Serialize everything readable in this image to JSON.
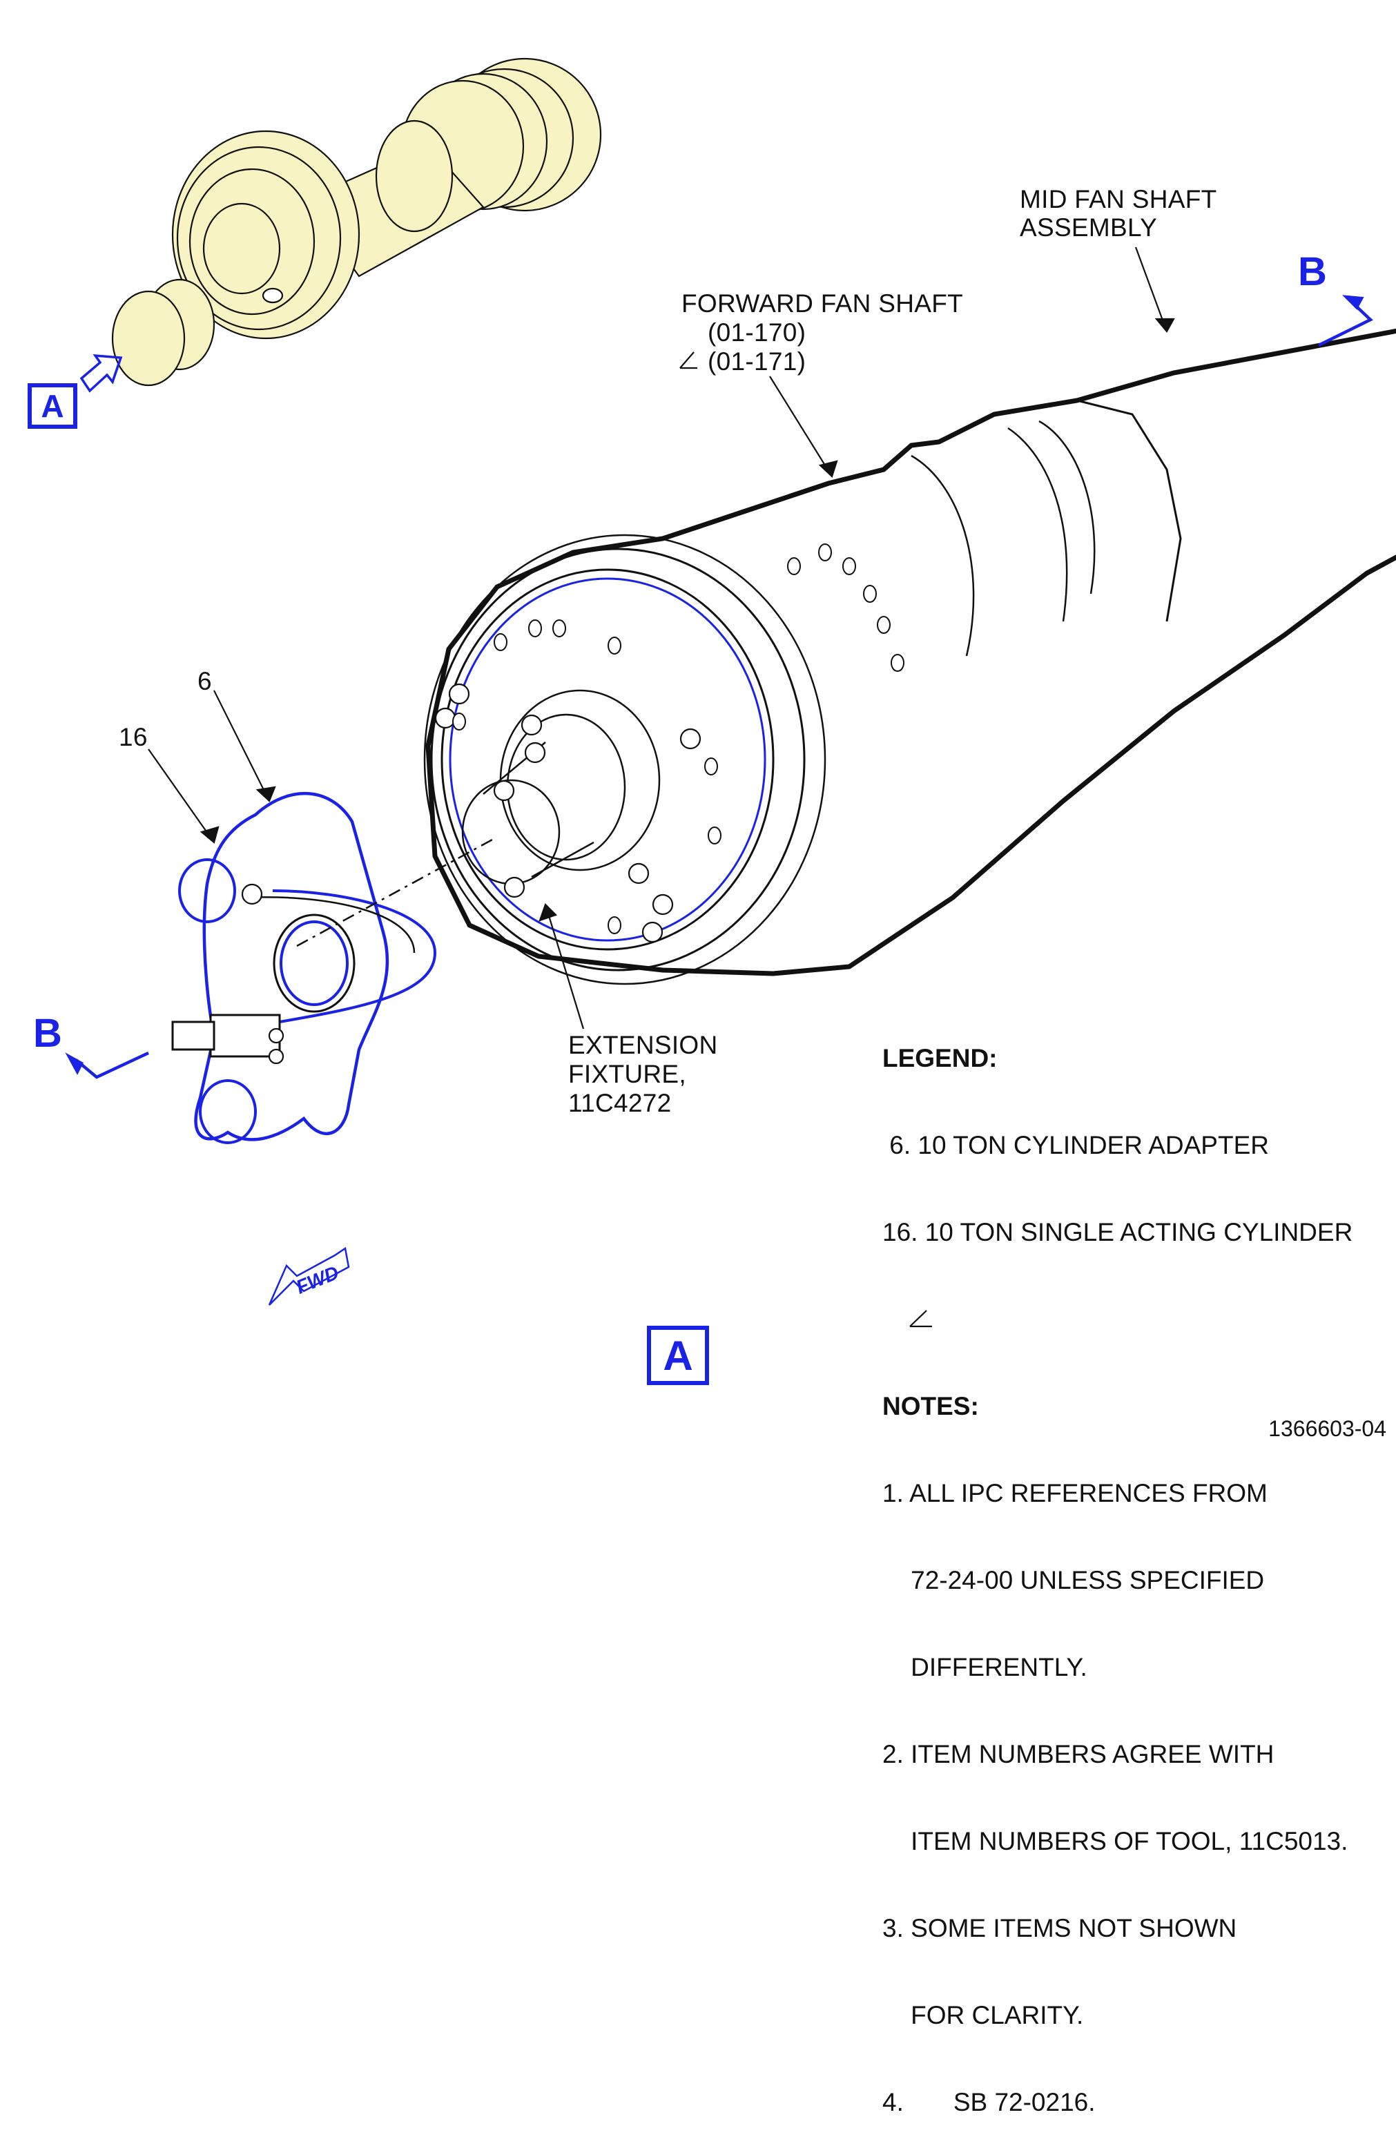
{
  "labels": {
    "mid_fan_shaft": [
      "MID FAN SHAFT",
      "ASSEMBLY"
    ],
    "forward_fan_shaft": [
      "FORWARD FAN SHAFT",
      "(01-170)",
      "(01-171)"
    ],
    "extension_fixture": [
      "EXTENSION",
      "FIXTURE,",
      "11C4272"
    ],
    "item_6": "6",
    "item_16": "16"
  },
  "view_tags": {
    "view_a": "A",
    "section_b": "B",
    "fwd": "FWD"
  },
  "legend": {
    "title": "LEGEND:",
    "items": [
      " 6. 10 TON CYLINDER ADAPTER",
      "16. 10 TON SINGLE ACTING CYLINDER"
    ]
  },
  "notes": {
    "title": "NOTES:",
    "items": [
      "1. ALL IPC REFERENCES FROM",
      "    72-24-00 UNLESS SPECIFIED",
      "    DIFFERENTLY.",
      "2. ITEM NUMBERS AGREE WITH",
      "    ITEM NUMBERS OF TOOL, 11C5013.",
      "3. SOME ITEMS NOT SHOWN",
      "    FOR CLARITY.",
      "4.       SB 72-0216."
    ]
  },
  "figure_number": "1366603-04",
  "colors": {
    "callout_blue": "#1a22e6",
    "shaft_yellow": "#f8f3c2",
    "line": "#111111"
  }
}
